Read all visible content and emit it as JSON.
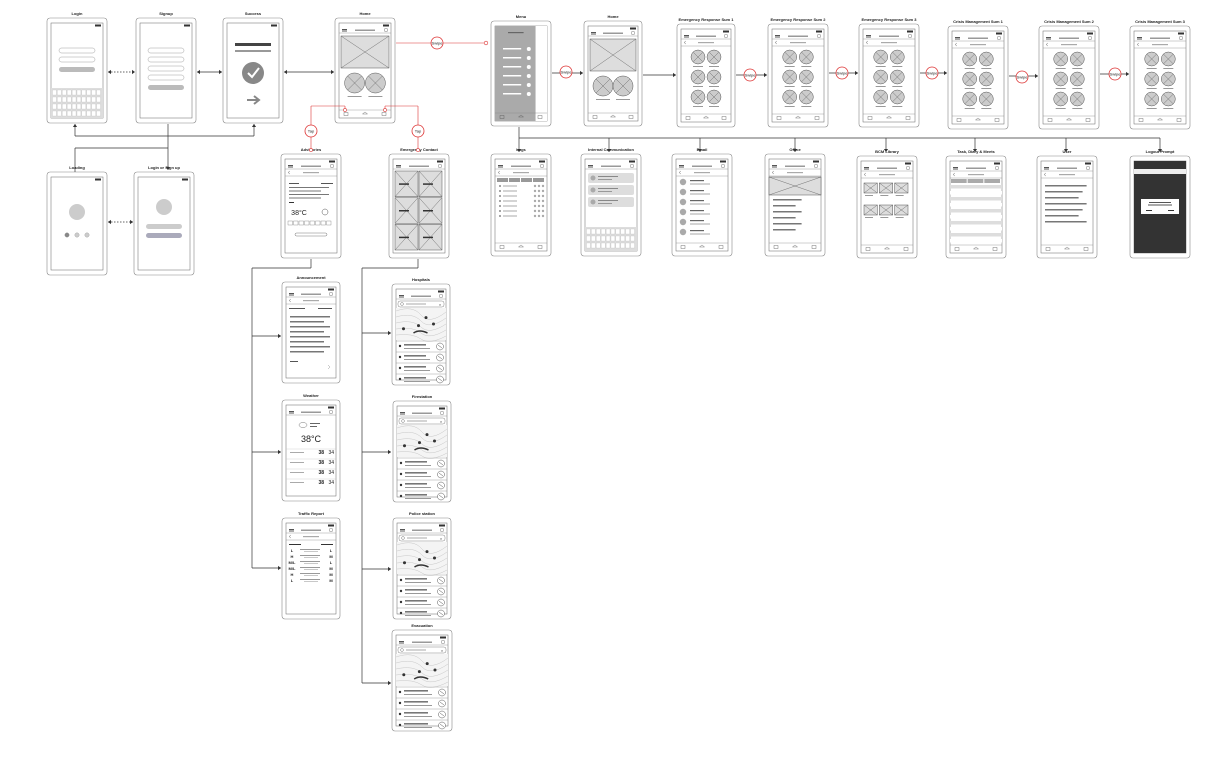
{
  "screens": [
    {
      "id": "login",
      "title": "Login",
      "type": "login"
    },
    {
      "id": "signup",
      "title": "Signup",
      "type": "signup"
    },
    {
      "id": "success",
      "title": "Success",
      "type": "success"
    },
    {
      "id": "home",
      "title": "Home",
      "type": "home"
    },
    {
      "id": "menu",
      "title": "Menu",
      "type": "menu"
    },
    {
      "id": "home2",
      "title": "Home",
      "type": "home"
    },
    {
      "id": "ers1",
      "title": "Emergency Response Sum 1",
      "type": "grid6"
    },
    {
      "id": "ers2",
      "title": "Emergency Response Sum 2",
      "type": "grid6"
    },
    {
      "id": "ers3",
      "title": "Emergency Response Sum 3",
      "type": "grid6"
    },
    {
      "id": "cms1",
      "title": "Crisis Management Sum 1",
      "type": "grid6"
    },
    {
      "id": "cms2",
      "title": "Crisis Management Sum 2",
      "type": "grid6"
    },
    {
      "id": "cms3",
      "title": "Crisis Management Sum 3",
      "type": "grid6"
    },
    {
      "id": "loading",
      "title": "Loading",
      "type": "loading"
    },
    {
      "id": "loginsignup",
      "title": "Login or Sign up",
      "type": "loginsignup"
    },
    {
      "id": "advisories",
      "title": "Advisories",
      "type": "advisories"
    },
    {
      "id": "emergencycontact",
      "title": "Emergency Contact",
      "type": "contactgrid"
    },
    {
      "id": "logs",
      "title": "Logs",
      "type": "table"
    },
    {
      "id": "internal",
      "title": "Internal Communication",
      "type": "chat"
    },
    {
      "id": "email",
      "title": "Email",
      "type": "list"
    },
    {
      "id": "office",
      "title": "Office",
      "type": "office"
    },
    {
      "id": "bcm",
      "title": "BCM Library",
      "type": "library"
    },
    {
      "id": "tasks",
      "title": "Task, Diary & Meets",
      "type": "tasks"
    },
    {
      "id": "user",
      "title": "User",
      "type": "text"
    },
    {
      "id": "logout",
      "title": "Logout Prompt",
      "type": "logout"
    },
    {
      "id": "announcement",
      "title": "Announcement",
      "type": "announcement"
    },
    {
      "id": "weather",
      "title": "Weather",
      "type": "weather"
    },
    {
      "id": "traffic",
      "title": "Traffic Report",
      "type": "traffic"
    },
    {
      "id": "hospitals",
      "title": "Hospitals",
      "type": "map"
    },
    {
      "id": "firestation",
      "title": "Firestation",
      "type": "map"
    },
    {
      "id": "police",
      "title": "Police station",
      "type": "map"
    },
    {
      "id": "evacuation",
      "title": "Evacuation",
      "type": "map"
    }
  ],
  "connectors": {
    "swipe_label": "Swipe",
    "tap_label": "Tap"
  },
  "weather": {
    "temp": "38°C",
    "rows": [
      {
        "hi": "38",
        "lo": "34"
      },
      {
        "hi": "38",
        "lo": "34"
      },
      {
        "hi": "38",
        "lo": "34"
      },
      {
        "hi": "38",
        "lo": "34"
      }
    ]
  },
  "advisories": {
    "temp": "38°C"
  },
  "traffic": {
    "grades": [
      "L",
      "H",
      "M/L",
      "M/L",
      "H",
      "L"
    ],
    "grades_right": [
      "L",
      "M",
      "L",
      "M",
      "M",
      "M"
    ]
  },
  "colors": {
    "stroke": "#555",
    "fill": "#c8c8c8",
    "dark": "#333",
    "accent": "#d33",
    "panel": "#aaa"
  }
}
